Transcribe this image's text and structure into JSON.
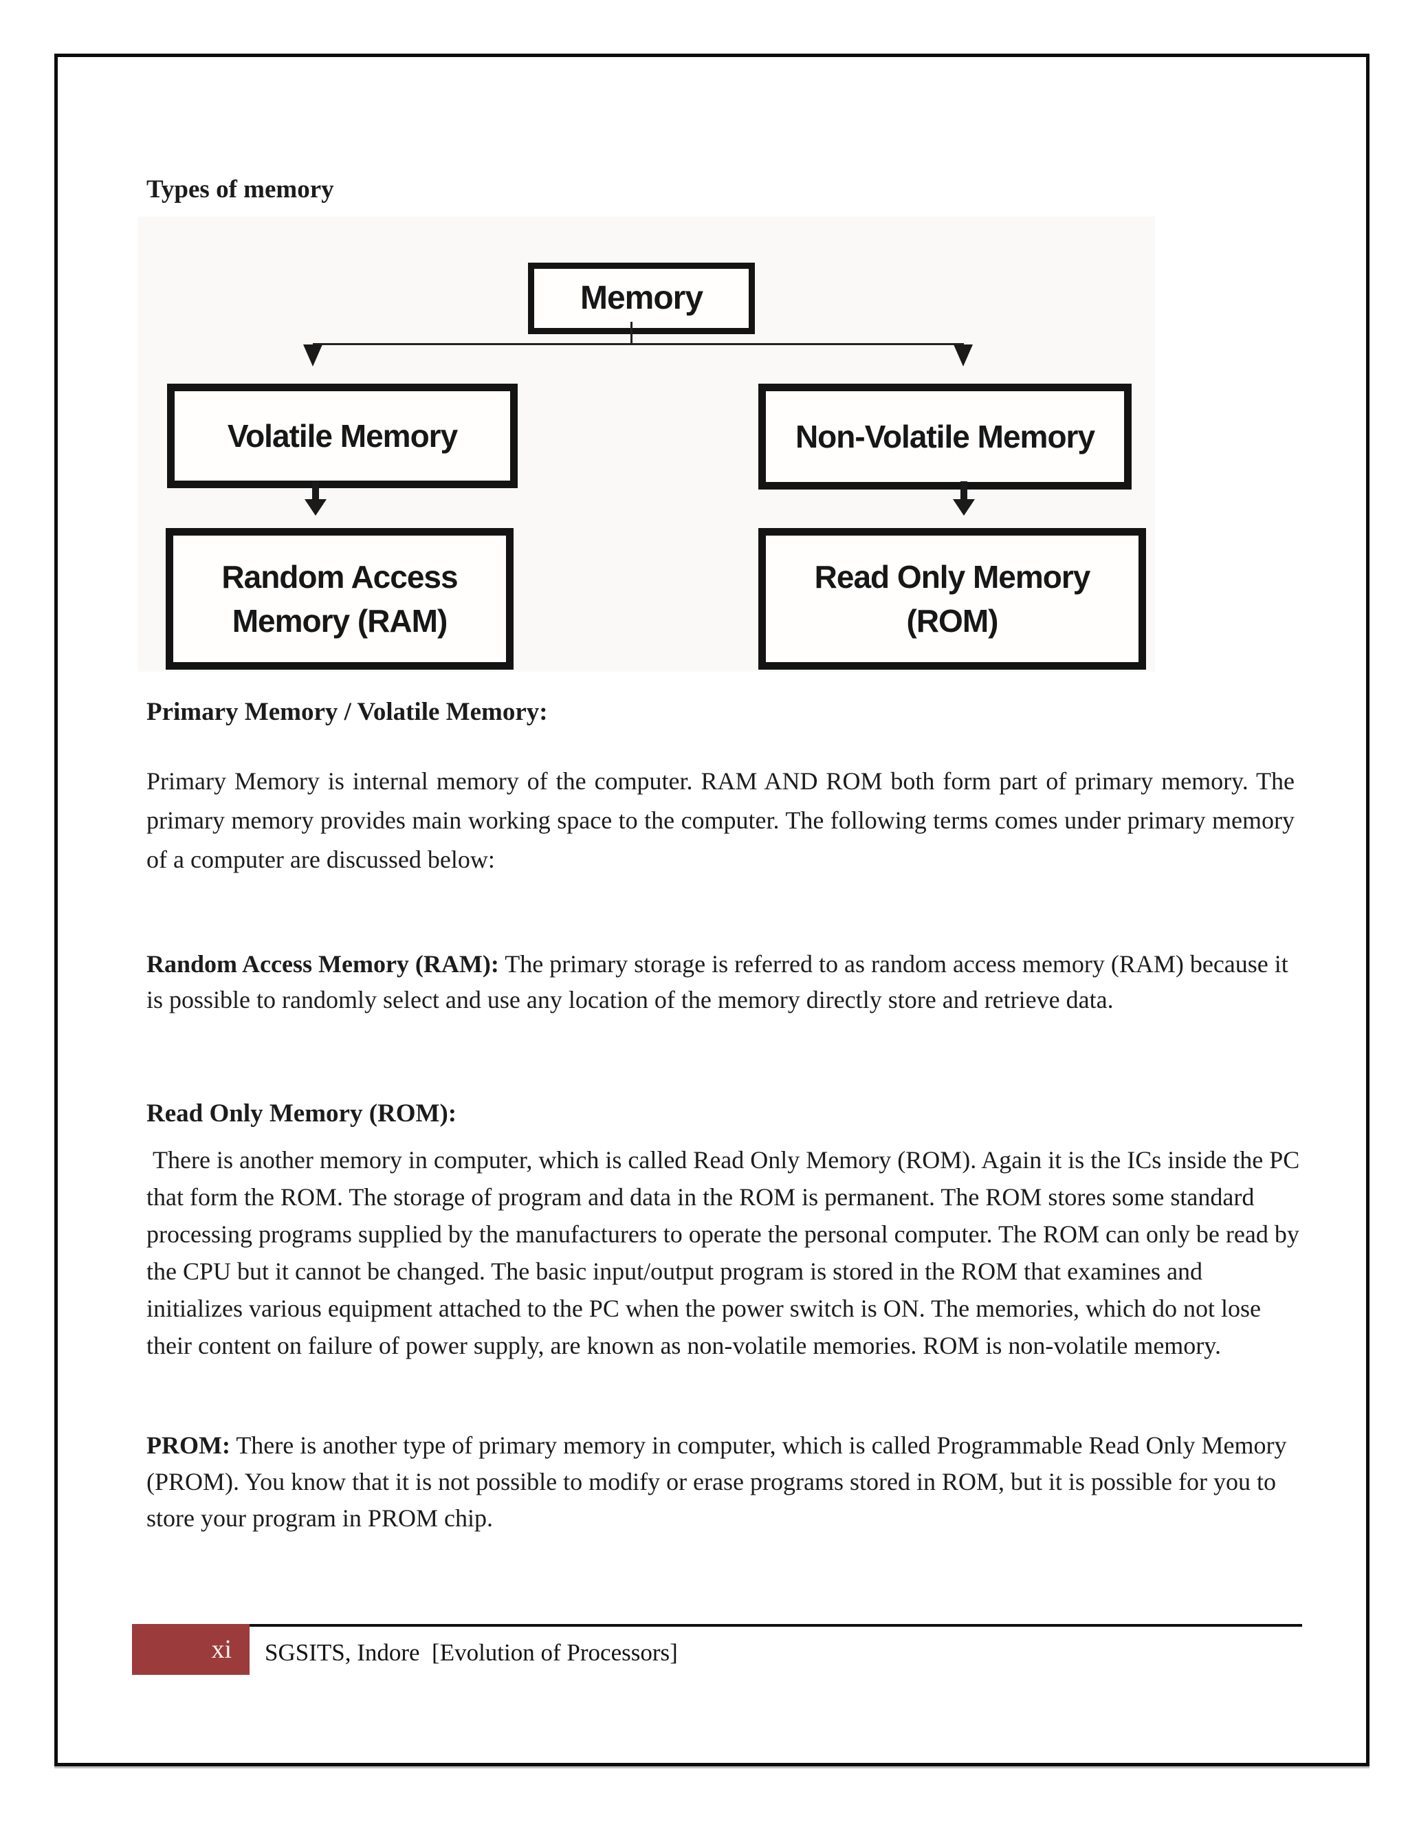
{
  "document": {
    "title": "Types of memory",
    "sections": {
      "primary": {
        "heading": "Primary Memory / Volatile Memory:",
        "body": "Primary Memory is internal memory of the computer. RAM AND ROM both form part of primary memory. The primary memory provides main working space to the computer. The following terms comes under primary memory of a computer are discussed below:"
      },
      "ram": {
        "lead": "Random Access Memory (RAM):",
        "body": " The primary storage is referred to as random access memory (RAM) because it is possible to randomly select and use any location of the memory directly store and retrieve data."
      },
      "rom": {
        "heading": "Read Only Memory (ROM):",
        "body": " There is another memory in computer, which is called Read Only Memory (ROM). Again it is the ICs inside the PC that form the ROM. The storage of program and data in the ROM is permanent. The ROM stores some standard processing programs supplied by the manufacturers to operate the personal computer. The ROM can only be read by the CPU but it cannot be changed. The basic input/output program is stored in the ROM that examines and initializes various equipment attached to the PC when the power switch is ON. The memories, which do not lose their content on failure of power supply, are known as non-volatile memories. ROM is non-volatile memory."
      },
      "prom": {
        "lead": "PROM:",
        "body": " There is another type of primary memory in computer, which is called Programmable Read Only Memory (PROM). You know that it is not possible to modify or erase programs stored in ROM, but it is possible for you to store your program in PROM chip."
      }
    }
  },
  "diagram": {
    "root_label": "Memory",
    "left_child_label": "Volatile Memory",
    "right_child_label": "Non-Volatile Memory",
    "left_leaf_line1": "Random Access",
    "left_leaf_line2": "Memory (RAM)",
    "right_leaf_line1": "Read Only Memory",
    "right_leaf_line2": "(ROM)"
  },
  "footer": {
    "page_number": "xi",
    "text": "SGSITS, Indore  [Evolution of Processors]",
    "accent_color": "#9c3b3b"
  }
}
